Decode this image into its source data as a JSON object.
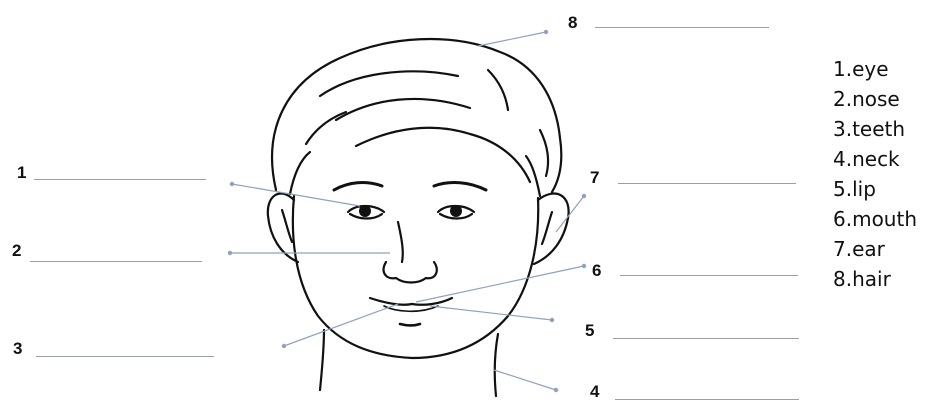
{
  "diagram": {
    "label_numbers": [
      "1",
      "2",
      "3",
      "4",
      "5",
      "6",
      "7",
      "8"
    ],
    "answer_key": [
      "1.eye",
      "2.nose",
      "3.teeth",
      "4.neck",
      "5.lip",
      "6.mouth",
      "7.ear",
      "8.hair"
    ]
  },
  "colors": {
    "ink": "#111111",
    "blank_line": "#9aa0a6",
    "pointer": "#8fa2bd"
  }
}
